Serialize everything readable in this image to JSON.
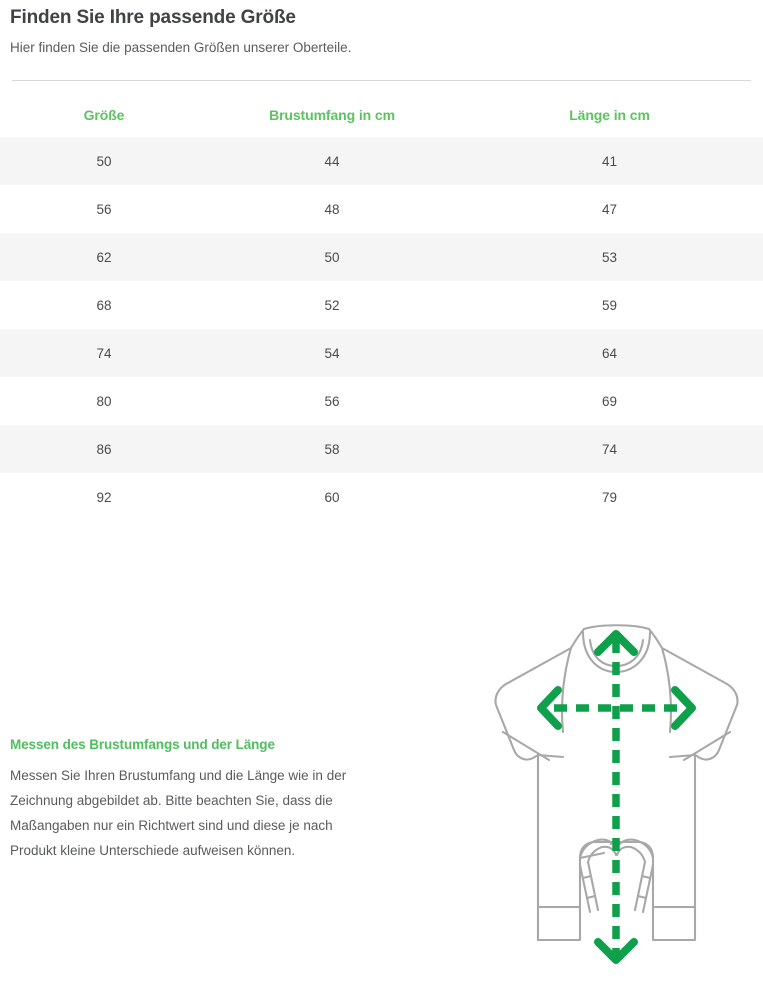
{
  "header": {
    "title": "Finden Sie Ihre passende Größe",
    "subtitle": "Hier finden Sie die passenden Größen unserer Oberteile."
  },
  "size_table": {
    "columns": [
      "Größe",
      "Brustumfang in cm",
      "Länge in cm"
    ],
    "rows": [
      [
        "50",
        "44",
        "41"
      ],
      [
        "56",
        "48",
        "47"
      ],
      [
        "62",
        "50",
        "53"
      ],
      [
        "68",
        "52",
        "59"
      ],
      [
        "74",
        "54",
        "64"
      ],
      [
        "80",
        "56",
        "69"
      ],
      [
        "86",
        "58",
        "74"
      ],
      [
        "92",
        "60",
        "79"
      ]
    ]
  },
  "measure_info": {
    "heading": "Messen des Brustumfangs und der Länge",
    "text": "Messen Sie Ihren Brustumfang und die Länge wie in der Zeichnung abgebildet ab. Bitte beachten Sie, dass die Maßangaben nur ein Richtwert sind und diese je nach Produkt kleine Unterschiede aufweisen können."
  },
  "illustration": {
    "name": "baby-romper-measurement-diagram",
    "garment": "baby romper / onesie outline",
    "arrows": [
      "chest-width-horizontal-arrow",
      "length-vertical-arrow"
    ]
  },
  "colors": {
    "header_green": "#5bc45f",
    "heading_green": "#4fbe5f",
    "arrow_green": "#10a04b",
    "garment_gray": "#a8a8a8",
    "row_stripe": "#f5f5f5",
    "text_gray": "#5a5b5d",
    "title_gray": "#404245",
    "divider": "#d8d8d8"
  }
}
